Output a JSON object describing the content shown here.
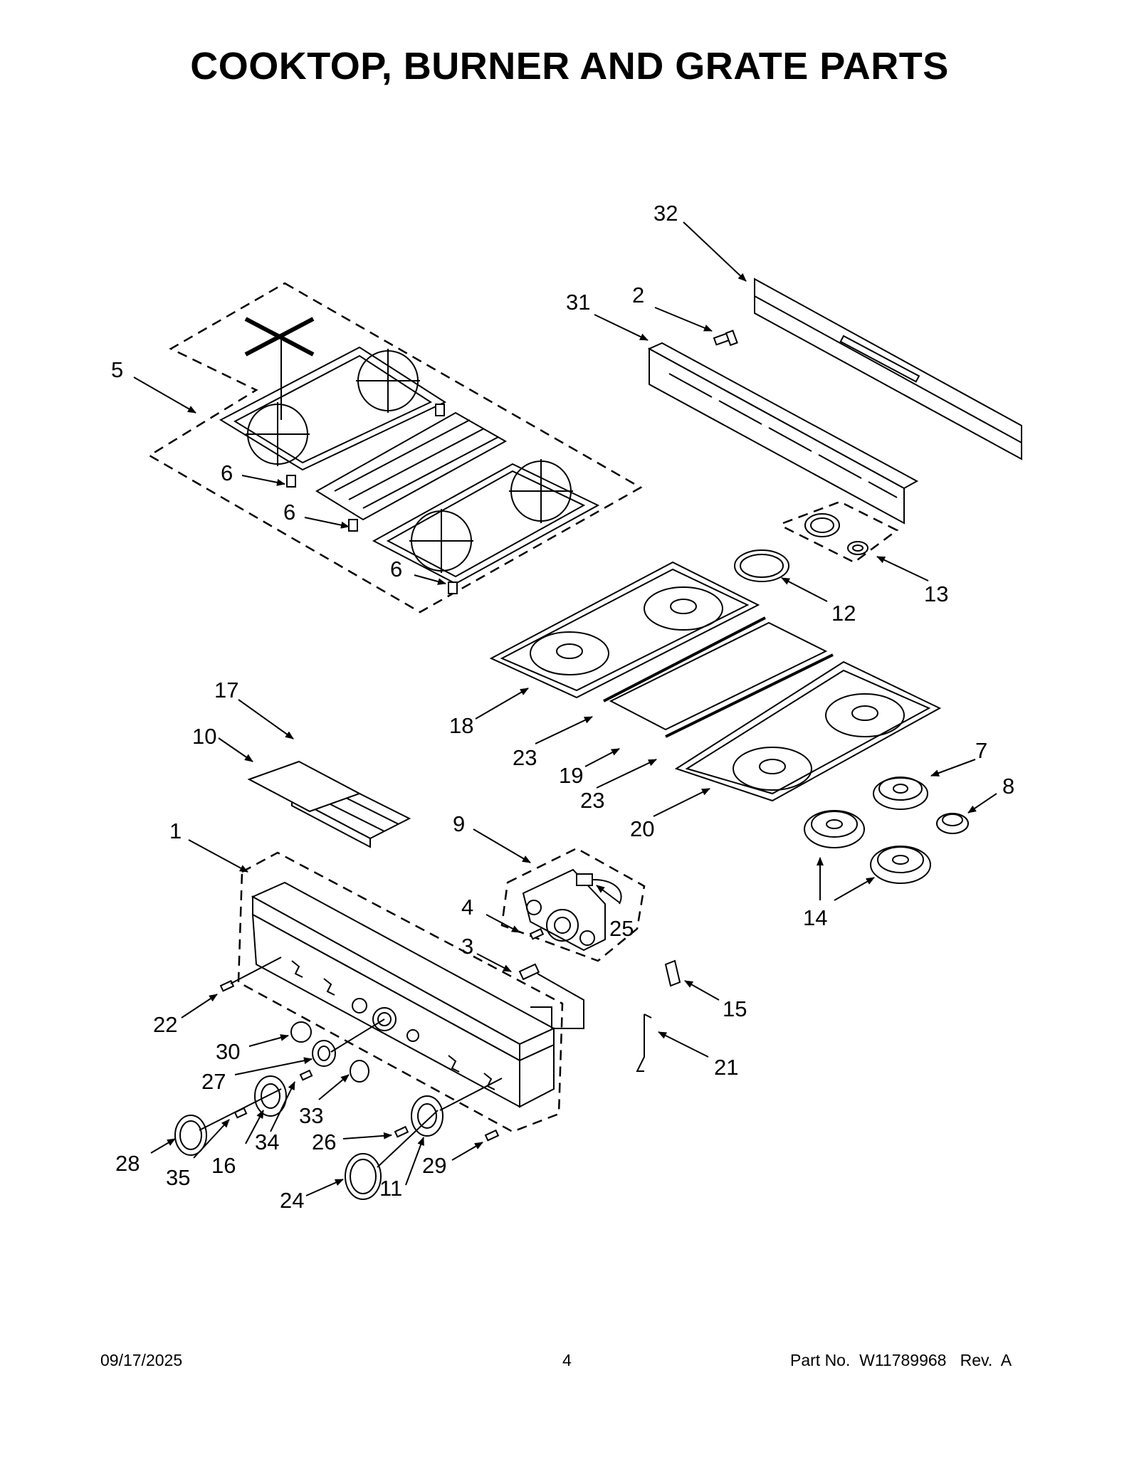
{
  "title": "COOKTOP, BURNER AND GRATE PARTS",
  "footer": {
    "date": "09/17/2025",
    "page": "4",
    "part_number": "Part No.  W11789968   Rev.  A"
  },
  "callouts": [
    {
      "id": "c1",
      "label": "1"
    },
    {
      "id": "c2",
      "label": "2"
    },
    {
      "id": "c3",
      "label": "3"
    },
    {
      "id": "c4",
      "label": "4"
    },
    {
      "id": "c5",
      "label": "5"
    },
    {
      "id": "c6a",
      "label": "6"
    },
    {
      "id": "c6b",
      "label": "6"
    },
    {
      "id": "c6c",
      "label": "6"
    },
    {
      "id": "c7",
      "label": "7"
    },
    {
      "id": "c8",
      "label": "8"
    },
    {
      "id": "c9",
      "label": "9"
    },
    {
      "id": "c10",
      "label": "10"
    },
    {
      "id": "c11",
      "label": "11"
    },
    {
      "id": "c12",
      "label": "12"
    },
    {
      "id": "c13",
      "label": "13"
    },
    {
      "id": "c14",
      "label": "14"
    },
    {
      "id": "c15",
      "label": "15"
    },
    {
      "id": "c16",
      "label": "16"
    },
    {
      "id": "c17",
      "label": "17"
    },
    {
      "id": "c18",
      "label": "18"
    },
    {
      "id": "c19",
      "label": "19"
    },
    {
      "id": "c20",
      "label": "20"
    },
    {
      "id": "c21",
      "label": "21"
    },
    {
      "id": "c22",
      "label": "22"
    },
    {
      "id": "c23a",
      "label": "23"
    },
    {
      "id": "c23b",
      "label": "23"
    },
    {
      "id": "c24",
      "label": "24"
    },
    {
      "id": "c25",
      "label": "25"
    },
    {
      "id": "c26",
      "label": "26"
    },
    {
      "id": "c27",
      "label": "27"
    },
    {
      "id": "c28",
      "label": "28"
    },
    {
      "id": "c29",
      "label": "29"
    },
    {
      "id": "c30",
      "label": "30"
    },
    {
      "id": "c31",
      "label": "31"
    },
    {
      "id": "c32",
      "label": "32"
    },
    {
      "id": "c33",
      "label": "33"
    },
    {
      "id": "c34",
      "label": "34"
    },
    {
      "id": "c35",
      "label": "35"
    }
  ]
}
